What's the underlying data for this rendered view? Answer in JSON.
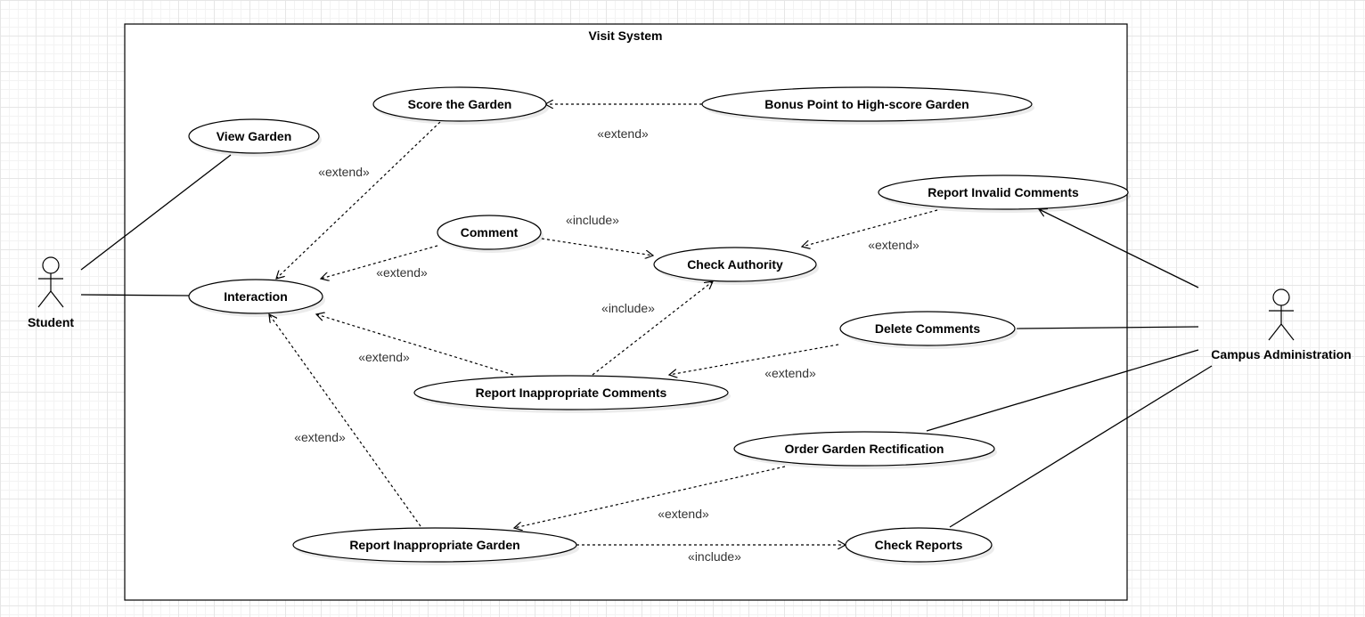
{
  "system": {
    "title": "Visit System"
  },
  "actors": {
    "student": "Student",
    "admin": "Campus Administration"
  },
  "use_cases": {
    "score_garden": "Score the Garden",
    "bonus_point": "Bonus Point to High-score Garden",
    "view_garden": "View Garden",
    "report_invalid": "Report Invalid Comments",
    "comment": "Comment",
    "check_authority": "Check Authority",
    "interaction": "Interaction",
    "delete_comments": "Delete Comments",
    "report_inappropriate_comments": "Report Inappropriate Comments",
    "order_rectification": "Order Garden Rectification",
    "report_inappropriate_garden": "Report Inappropriate Garden",
    "check_reports": "Check Reports"
  },
  "stereotypes": {
    "bonus_extend": "«extend»",
    "score_extend": "«extend»",
    "comment_include": "«include»",
    "comment_extend": "«extend»",
    "invalid_extend": "«extend»",
    "ric_include": "«include»",
    "ric_extend": "«extend»",
    "delete_extend": "«extend»",
    "rig_extend": "«extend»",
    "order_extend": "«extend»",
    "rig_include": "«include»"
  }
}
